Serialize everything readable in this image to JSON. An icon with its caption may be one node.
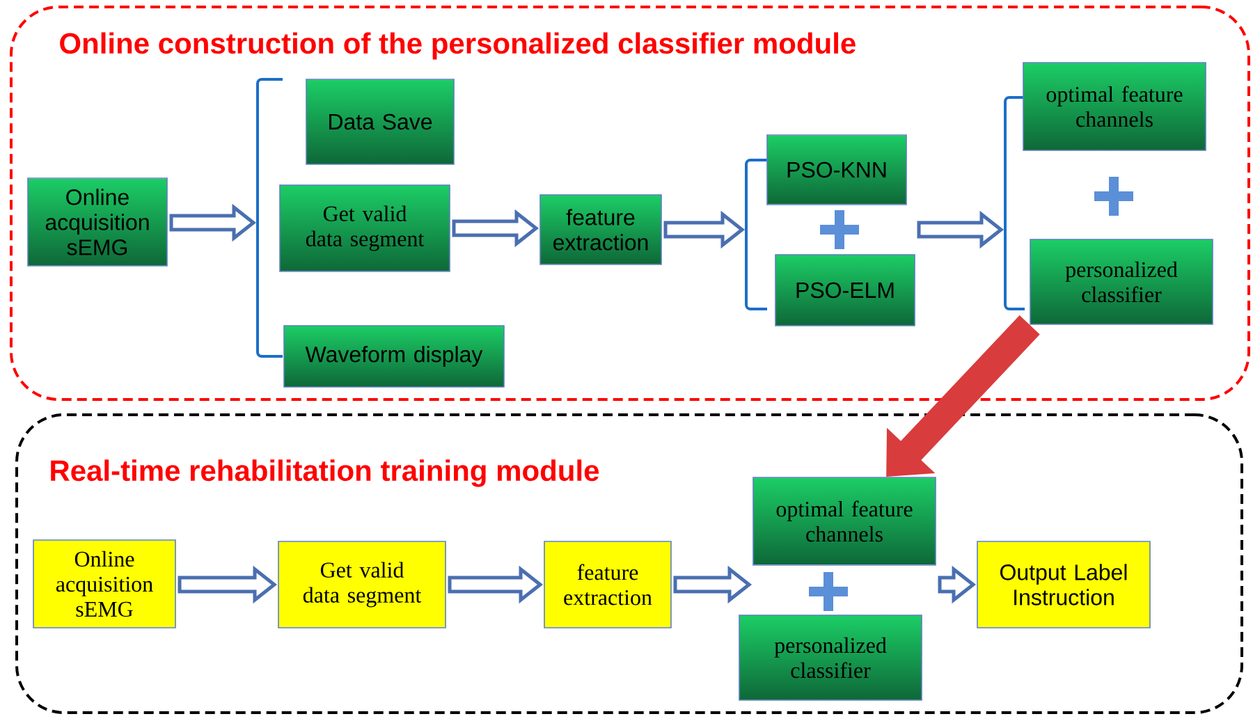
{
  "diagram": {
    "nodes": [
      {
        "text": [
          "Online construction of the personalized classifier module"
        ]
      },
      {
        "text": [
          "Online acquisition sEMG"
        ],
        "in": 0
      },
      {
        "text": [],
        "shape": "bracket",
        "in": 0
      },
      {
        "text": [
          "Data Save"
        ],
        "in": 0
      },
      {
        "text": [
          "Get valid data segment"
        ],
        "in": 0
      },
      {
        "text": [
          "Waveform display"
        ],
        "in": 0
      },
      {
        "text": [
          "feature extraction"
        ],
        "in": 0
      },
      {
        "text": [],
        "shape": "bracket",
        "in": 0
      },
      {
        "text": [
          "PSO-KNN"
        ],
        "in": 0
      },
      {
        "text": [
          "PSO-ELM"
        ],
        "in": 0
      },
      {
        "text": [],
        "shape": "bracket",
        "in": 0
      },
      {
        "text": [
          "optimal feature channels"
        ],
        "in": 0
      },
      {
        "text": [
          "personalized classifier"
        ],
        "in": 0
      },
      {
        "text": [
          "Real-time rehabilitation training module"
        ]
      },
      {
        "text": [
          "Online acquisition sEMG"
        ],
        "in": 13
      },
      {
        "text": [
          "Get valid data segment"
        ],
        "in": 13
      },
      {
        "text": [
          "feature extraction"
        ],
        "in": 13
      },
      {
        "text": [
          "optimal feature channels"
        ],
        "in": 13
      },
      {
        "text": [
          "personalized classifier"
        ],
        "in": 13
      },
      {
        "text": [
          "Output Label Instruction"
        ],
        "in": 13
      }
    ],
    "edges": [
      {
        "from": 1,
        "to": 2,
        "arrow": "to"
      },
      {
        "from": 4,
        "to": 6,
        "arrow": "to"
      },
      {
        "from": 6,
        "to": 7,
        "arrow": "to"
      },
      {
        "from": 9,
        "to": 10,
        "arrow": "to"
      },
      {
        "from": 12,
        "to": 17,
        "arrow": "to",
        "color": "#d93c3c"
      },
      {
        "from": 14,
        "to": 15,
        "arrow": "to"
      },
      {
        "from": 15,
        "to": 16,
        "arrow": "to"
      },
      {
        "from": 16,
        "to": 17,
        "arrow": "to"
      },
      {
        "from": 17,
        "to": 19,
        "arrow": "to"
      }
    ]
  }
}
